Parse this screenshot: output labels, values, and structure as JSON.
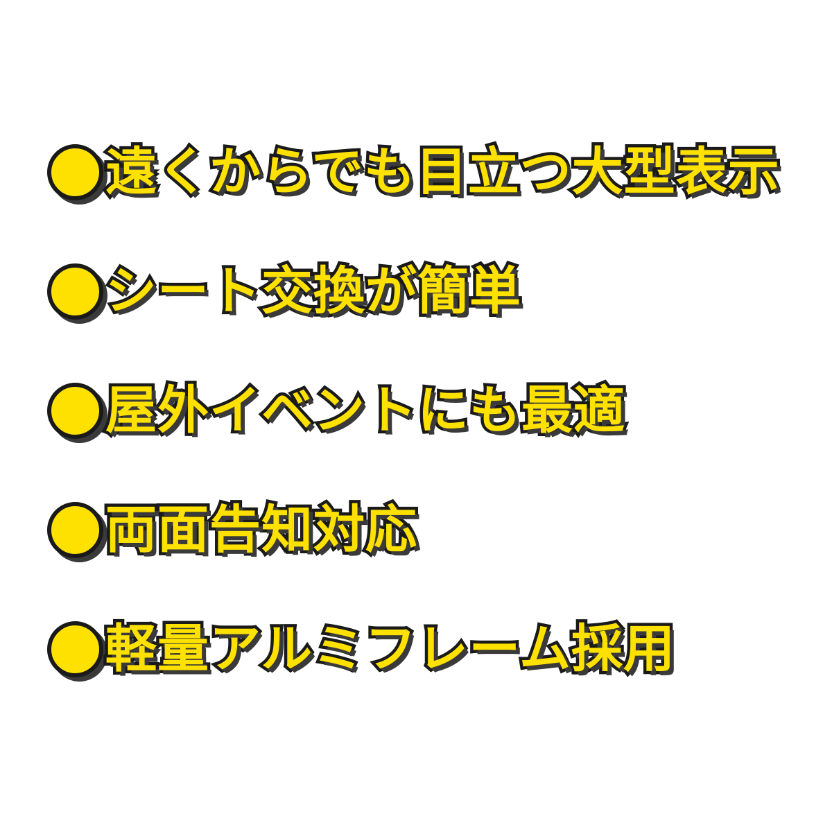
{
  "features": {
    "items": [
      {
        "text": "遠くからでも目立つ大型表示"
      },
      {
        "text": "シート交換が簡単"
      },
      {
        "text": "屋外イベントにも最適"
      },
      {
        "text": "両面告知対応"
      },
      {
        "text": "軽量アルミフレーム採用"
      }
    ]
  },
  "colors": {
    "background": "#ffffff",
    "text_fill": "#ffe100",
    "text_outline": "#1a1a1a",
    "shadow": "#3a3a3a"
  },
  "icons": {
    "bullet": "yellow-circle-bullet-icon"
  }
}
